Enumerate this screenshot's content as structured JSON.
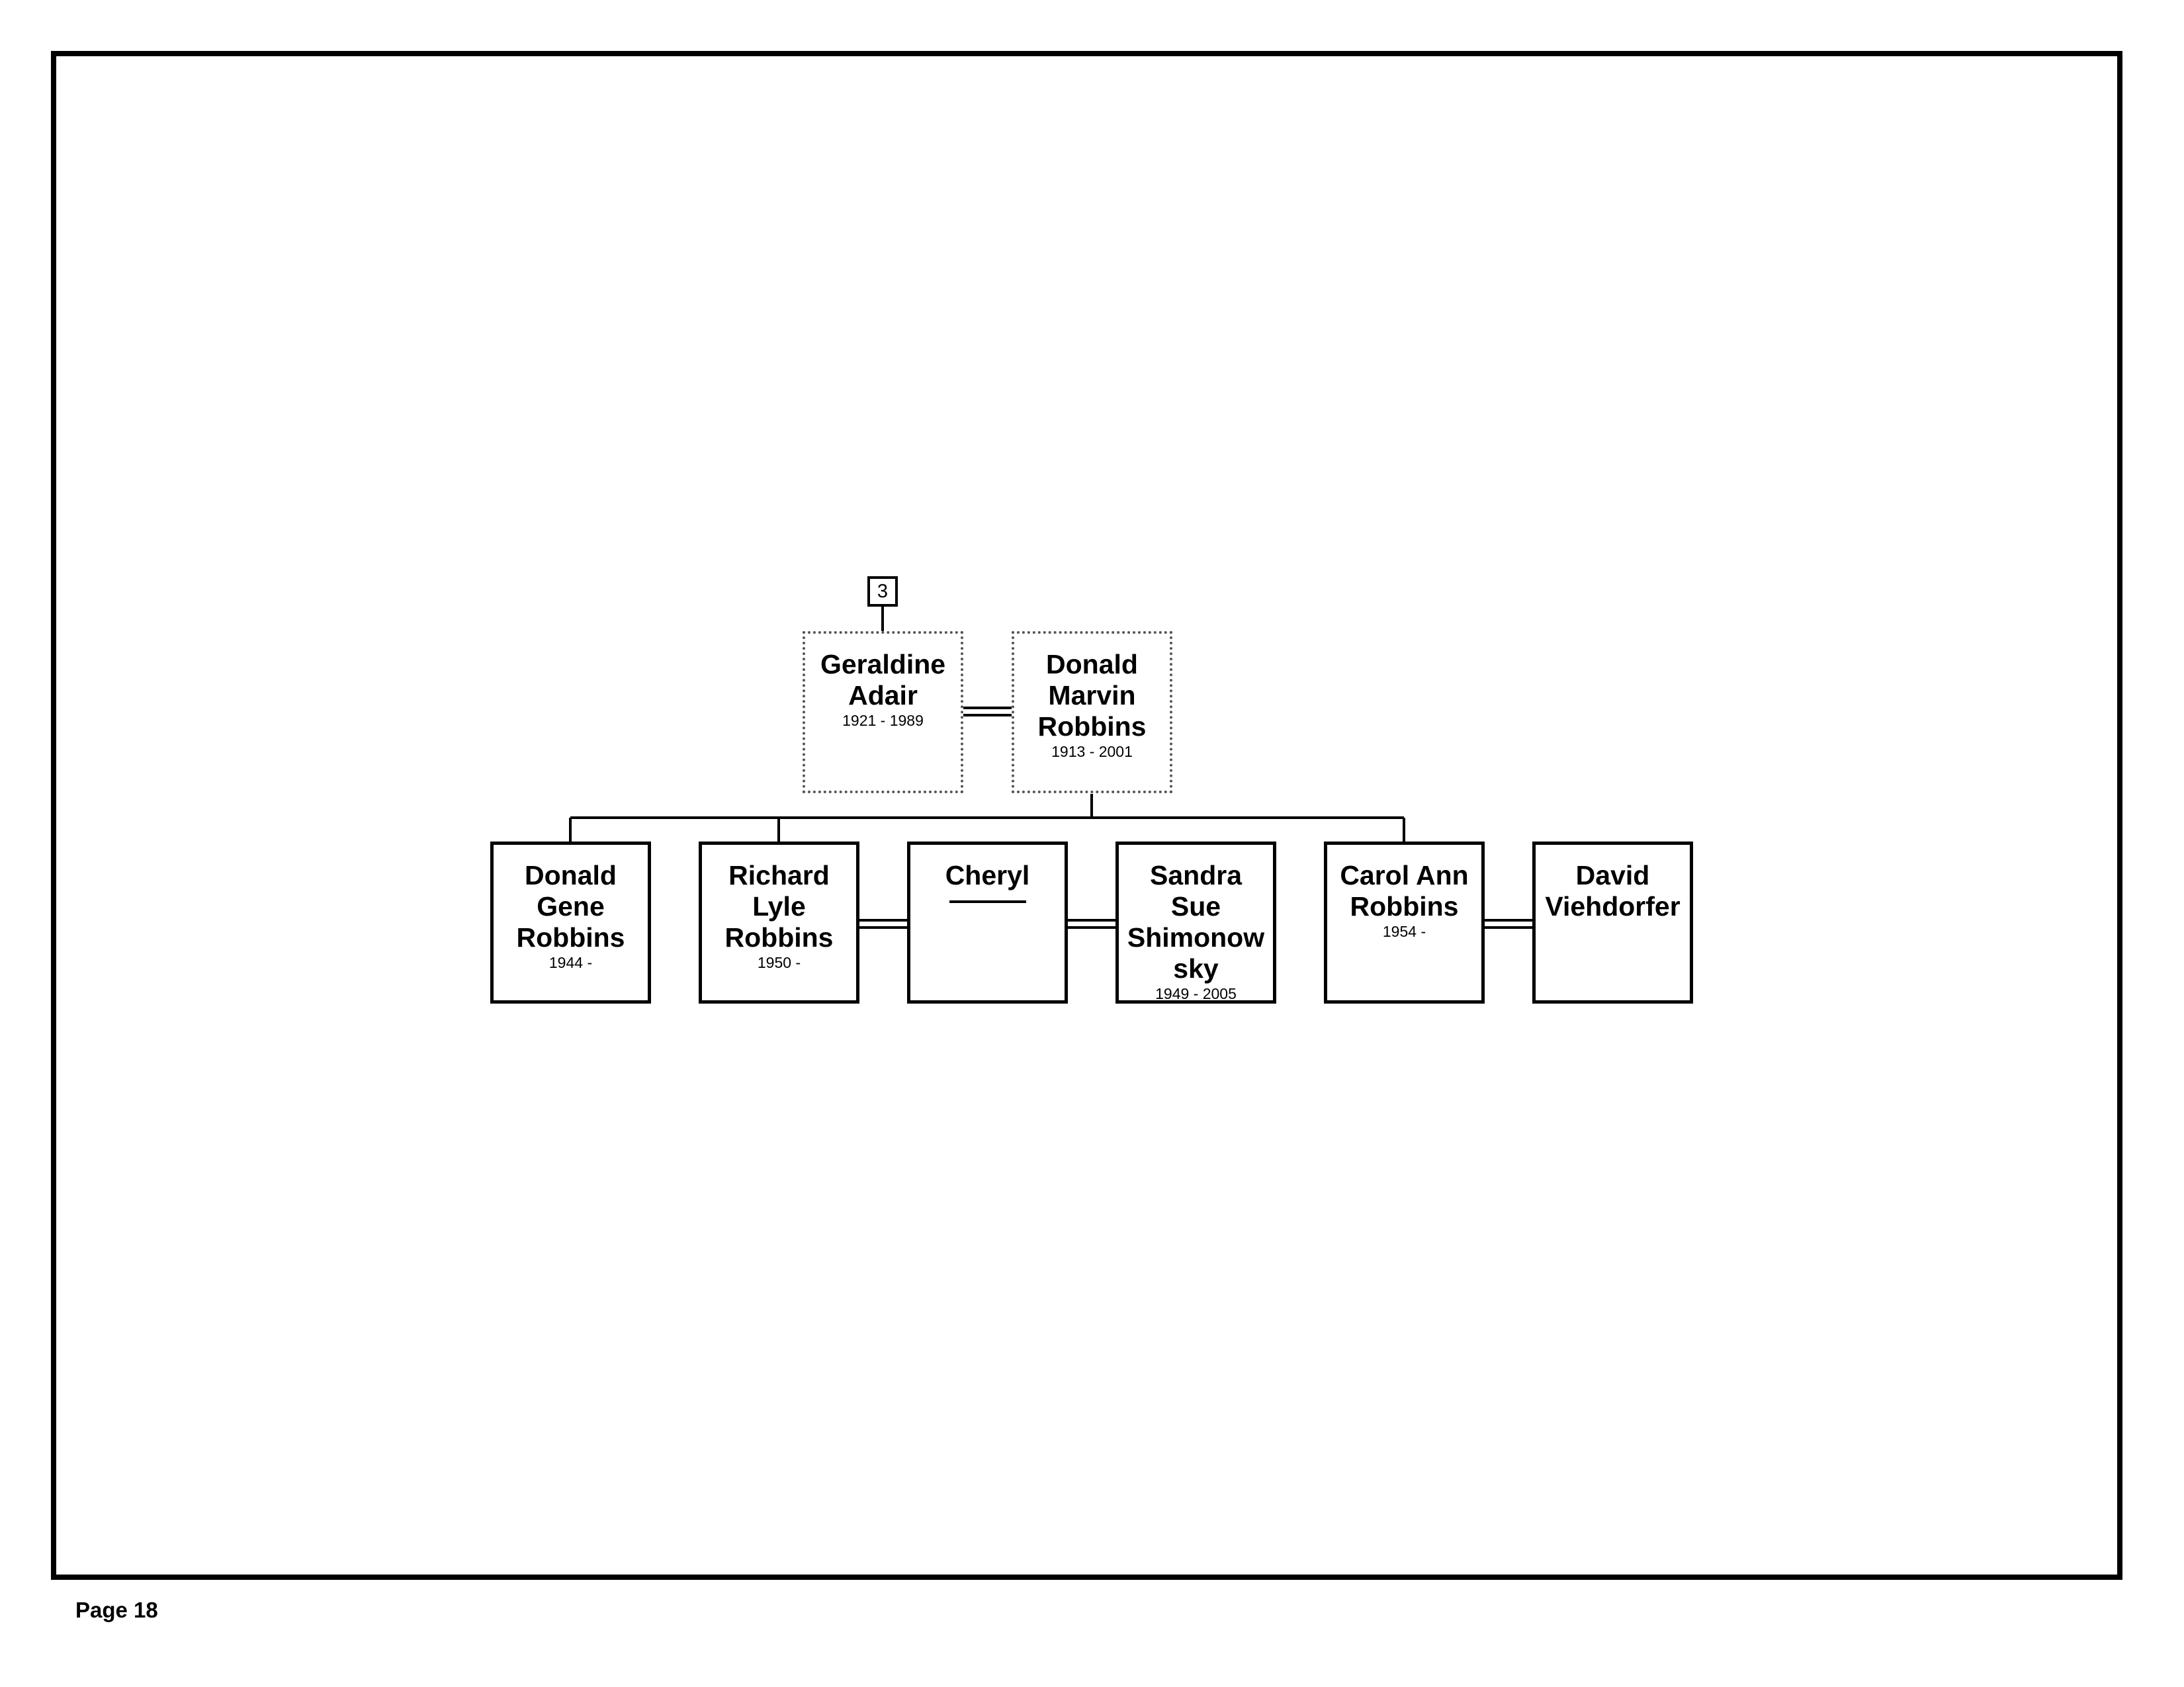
{
  "page": {
    "label": "Page 18"
  },
  "ancestor_ref": {
    "label": "3"
  },
  "parents": [
    {
      "id": "p1",
      "name": "Geraldine Adair",
      "dates": "1921 - 1989"
    },
    {
      "id": "p2",
      "name": "Donald Marvin Robbins",
      "dates": "1913 - 2001"
    }
  ],
  "children": [
    {
      "id": "c1",
      "name": "Donald Gene Robbins",
      "dates": "1944 -"
    },
    {
      "id": "c2",
      "name": "Richard Lyle Robbins",
      "dates": "1950 -"
    },
    {
      "id": "c3",
      "name": "Cheryl",
      "dates": ""
    },
    {
      "id": "c4",
      "name": "Sandra Sue Shimonowsky",
      "dates": "1949 - 2005"
    },
    {
      "id": "c5",
      "name": "Carol Ann Robbins",
      "dates": "1954 -"
    },
    {
      "id": "c6",
      "name": "David Viehdorfer",
      "dates": ""
    }
  ]
}
